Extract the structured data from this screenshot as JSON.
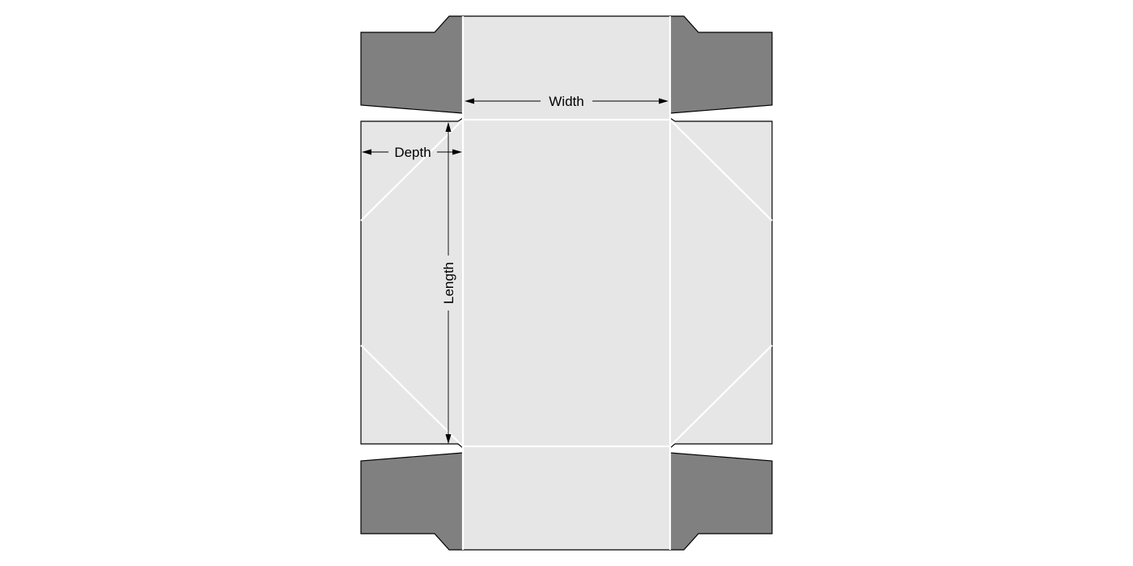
{
  "labels": {
    "width": "Width",
    "depth": "Depth",
    "length": "Length"
  },
  "colors": {
    "panel": "#e6e6e6",
    "flap": "#808080",
    "outline": "#000000",
    "fold_line": "#ffffff",
    "background": "#ffffff"
  }
}
